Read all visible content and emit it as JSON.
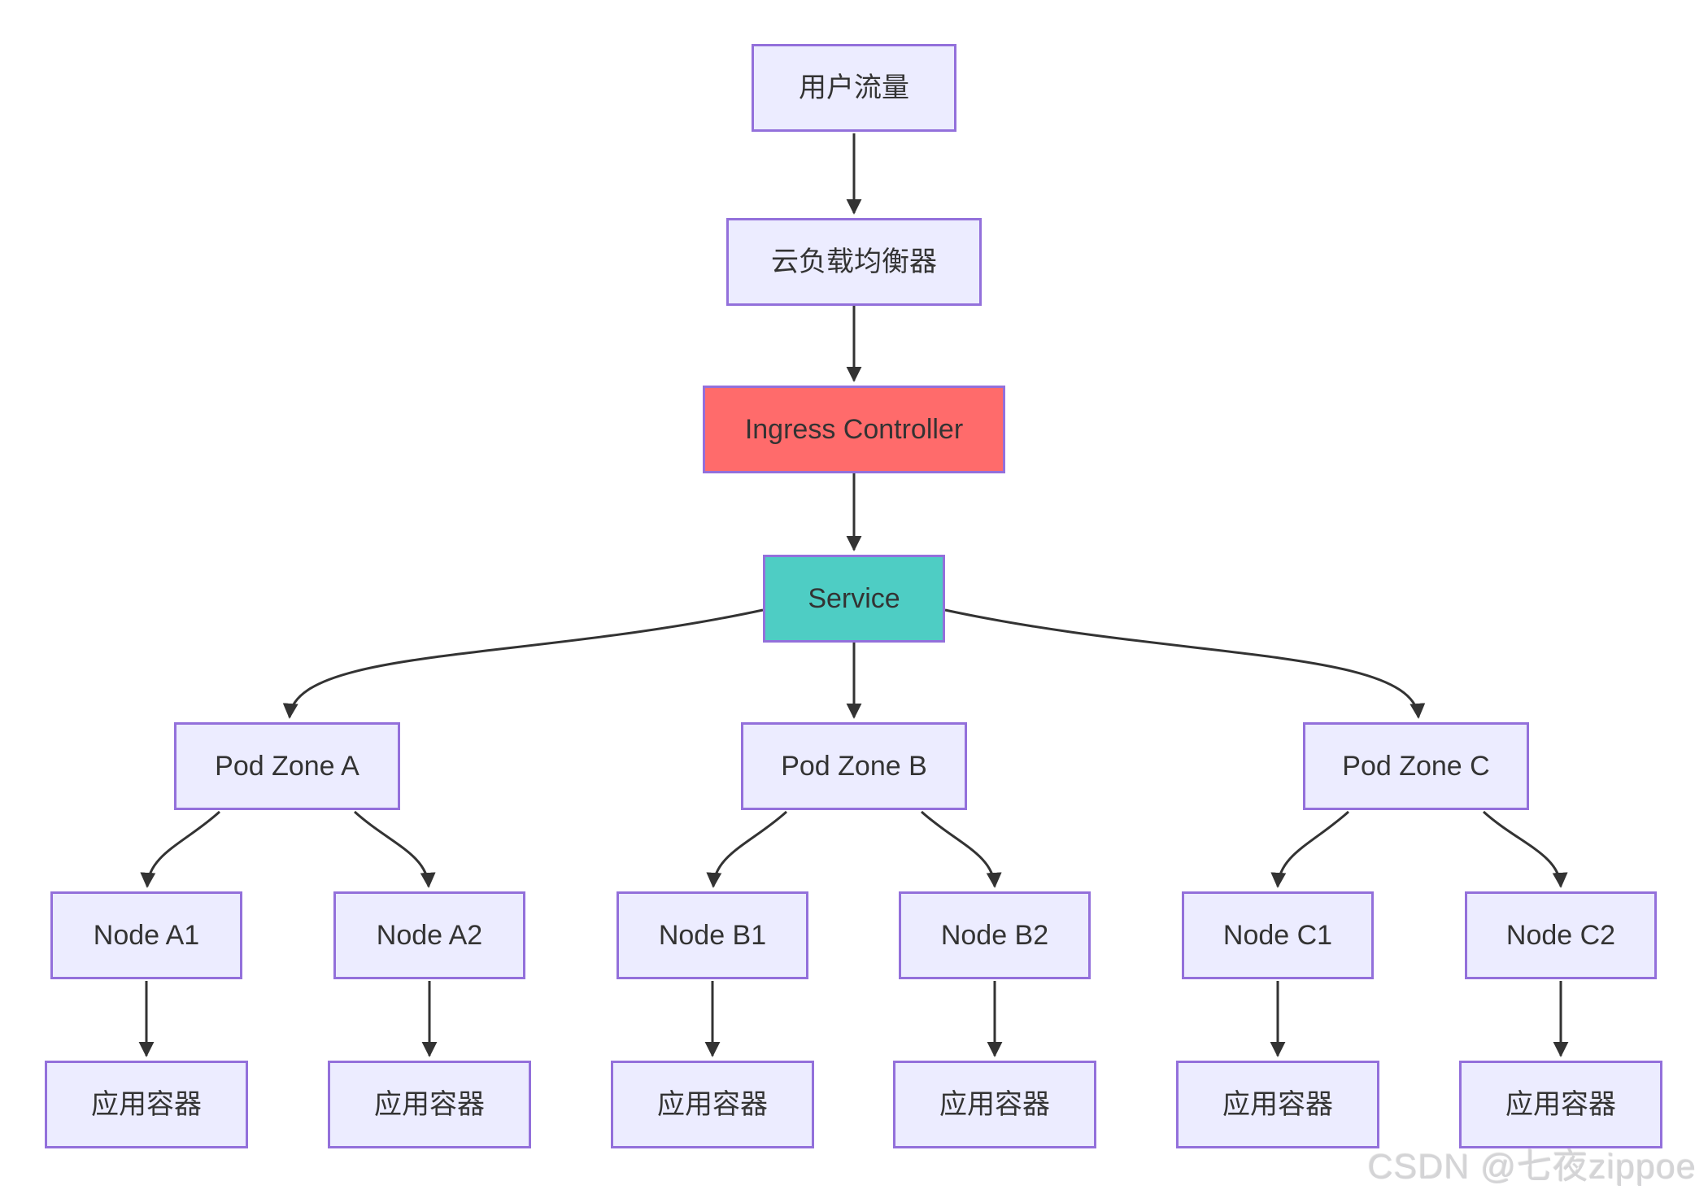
{
  "nodes": {
    "user_traffic": {
      "label": "用户流量"
    },
    "cloud_lb": {
      "label": "云负载均衡器"
    },
    "ingress": {
      "label": "Ingress Controller"
    },
    "service": {
      "label": "Service"
    },
    "zone_a": {
      "label": "Pod Zone A"
    },
    "zone_b": {
      "label": "Pod Zone B"
    },
    "zone_c": {
      "label": "Pod Zone C"
    },
    "node_a1": {
      "label": "Node A1"
    },
    "node_a2": {
      "label": "Node A2"
    },
    "node_b1": {
      "label": "Node B1"
    },
    "node_b2": {
      "label": "Node B2"
    },
    "node_c1": {
      "label": "Node C1"
    },
    "node_c2": {
      "label": "Node C2"
    },
    "app_a1": {
      "label": "应用容器"
    },
    "app_a2": {
      "label": "应用容器"
    },
    "app_b1": {
      "label": "应用容器"
    },
    "app_b2": {
      "label": "应用容器"
    },
    "app_c1": {
      "label": "应用容器"
    },
    "app_c2": {
      "label": "应用容器"
    }
  },
  "edges": [
    {
      "from": "user_traffic",
      "to": "cloud_lb"
    },
    {
      "from": "cloud_lb",
      "to": "ingress"
    },
    {
      "from": "ingress",
      "to": "service"
    },
    {
      "from": "service",
      "to": "zone_a"
    },
    {
      "from": "service",
      "to": "zone_b"
    },
    {
      "from": "service",
      "to": "zone_c"
    },
    {
      "from": "zone_a",
      "to": "node_a1"
    },
    {
      "from": "zone_a",
      "to": "node_a2"
    },
    {
      "from": "zone_b",
      "to": "node_b1"
    },
    {
      "from": "zone_b",
      "to": "node_b2"
    },
    {
      "from": "zone_c",
      "to": "node_c1"
    },
    {
      "from": "zone_c",
      "to": "node_c2"
    },
    {
      "from": "node_a1",
      "to": "app_a1"
    },
    {
      "from": "node_a2",
      "to": "app_a2"
    },
    {
      "from": "node_b1",
      "to": "app_b1"
    },
    {
      "from": "node_b2",
      "to": "app_b2"
    },
    {
      "from": "node_c1",
      "to": "app_c1"
    },
    {
      "from": "node_c2",
      "to": "app_c2"
    }
  ],
  "colors": {
    "node_fill": "#ECECFF",
    "node_stroke": "#9370DB",
    "ingress_fill": "#FF6B6B",
    "service_fill": "#4ECDC4",
    "edge": "#333333",
    "text": "#333333",
    "watermark": "#D4D4D6"
  },
  "watermark": {
    "text": "CSDN @七夜zippoe"
  }
}
